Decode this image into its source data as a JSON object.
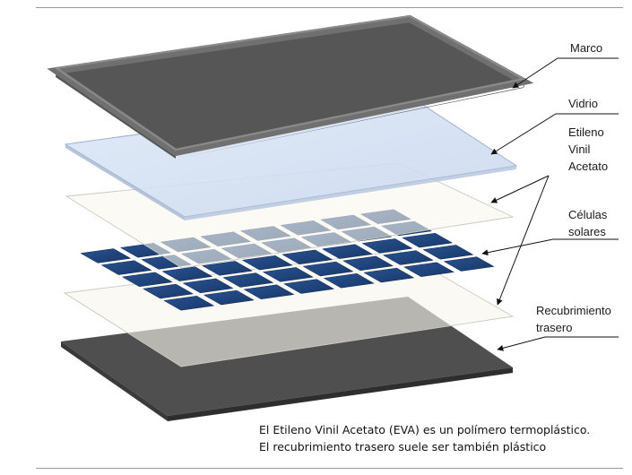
{
  "labels": {
    "marco": "Marco",
    "vidrio": "Vidrio",
    "eva": "Etileno\nVinil\nAcetato",
    "celulas": "Células\nsolares",
    "recubrimiento": "Recubrimiento\ntrasero"
  },
  "caption": {
    "line1": "El Etileno Vinil Acetato (EVA) es un polímero termoplástico.",
    "line2": "El recubrimiento trasero suele ser también plástico"
  },
  "colors": {
    "frame": "#6e6e6e",
    "glass": "#dbe6f6",
    "eva": "#f8f6ec",
    "cell": "#1d3f78",
    "backsheet": "#4f4f4f"
  }
}
